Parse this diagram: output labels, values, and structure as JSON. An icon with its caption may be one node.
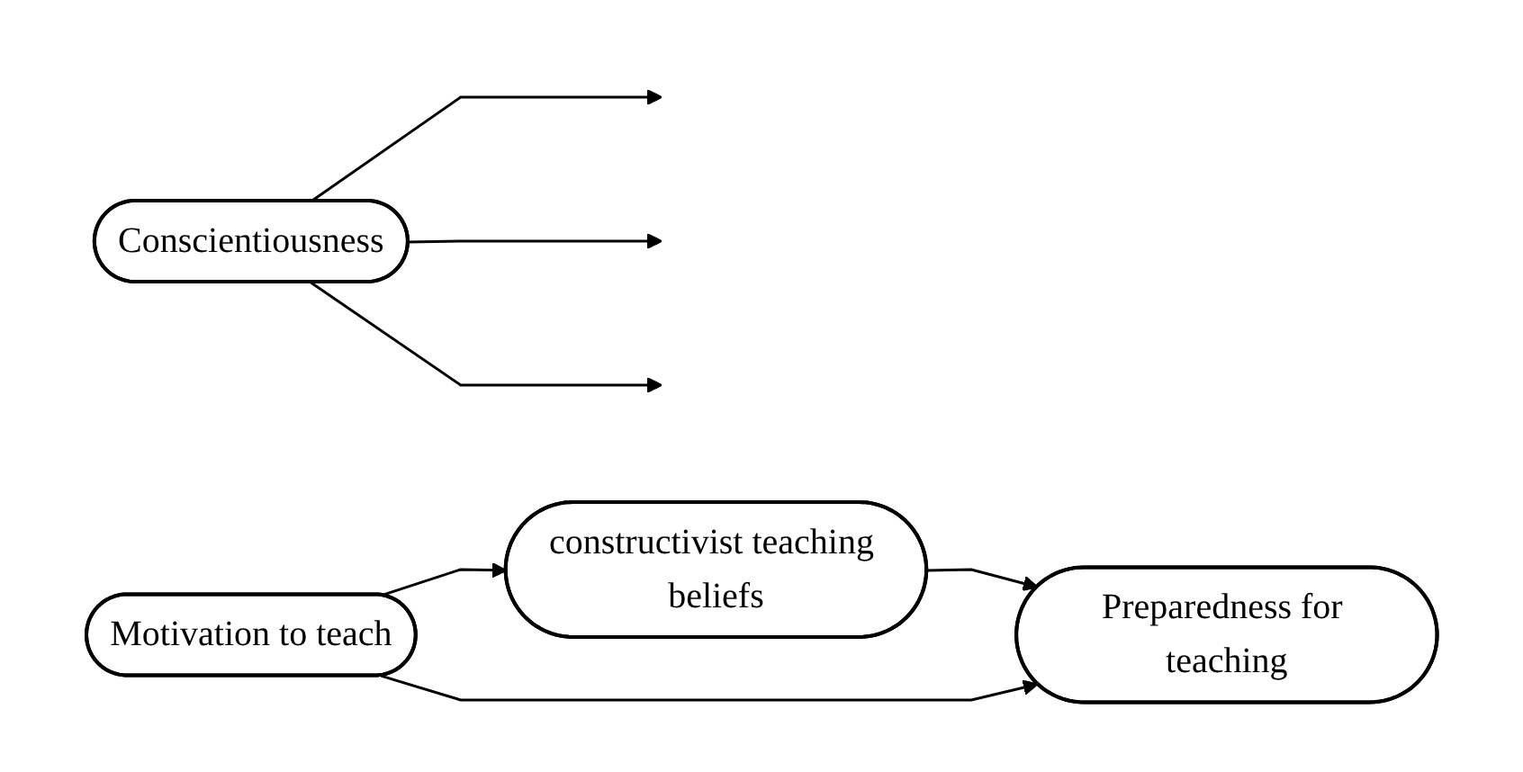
{
  "diagram": {
    "nodes": [
      {
        "text": [
          "constructivist teaching beliefs"
        ]
      },
      {
        "text": [
          "Conscientiousness"
        ]
      },
      {
        "text": [
          "Motivation to teach"
        ]
      },
      {
        "text": [
          "Preparedness for teaching"
        ]
      }
    ],
    "edges": [
      {
        "from": 2,
        "to": 0,
        "arrow": "to"
      },
      {
        "from": 0,
        "to": 3,
        "arrow": "to"
      },
      {
        "from": 2,
        "to": 3,
        "arrow": "to"
      },
      {
        "from": 1,
        "to": null,
        "arrow": "to"
      },
      {
        "from": 1,
        "to": null,
        "arrow": "to"
      },
      {
        "from": 1,
        "to": null,
        "arrow": "to"
      }
    ]
  }
}
